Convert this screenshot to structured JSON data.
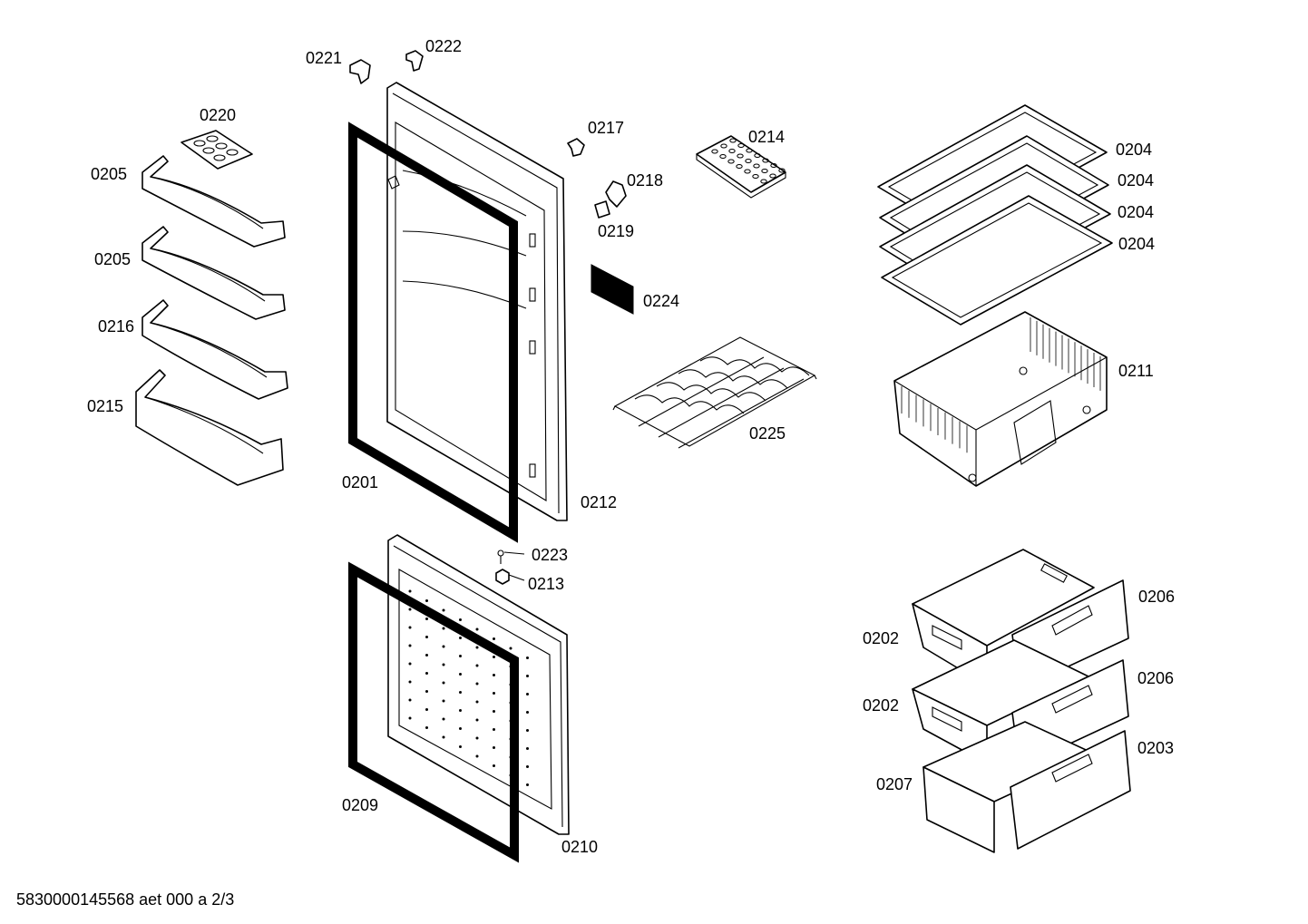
{
  "labels": {
    "p0221": "0221",
    "p0222": "0222",
    "p0220": "0220",
    "p0205a": "0205",
    "p0205b": "0205",
    "p0216": "0216",
    "p0215": "0215",
    "p0201": "0201",
    "p0212": "0212",
    "p0217": "0217",
    "p0218": "0218",
    "p0219": "0219",
    "p0214": "0214",
    "p0224": "0224",
    "p0225": "0225",
    "p0204a": "0204",
    "p0204b": "0204",
    "p0204c": "0204",
    "p0204d": "0204",
    "p0211": "0211",
    "p0223": "0223",
    "p0213": "0213",
    "p0209": "0209",
    "p0210": "0210",
    "p0206a": "0206",
    "p0206b": "0206",
    "p0202a": "0202",
    "p0202b": "0202",
    "p0203": "0203",
    "p0207": "0207"
  },
  "footer": "5830000145568 aet 000 a 2/3"
}
